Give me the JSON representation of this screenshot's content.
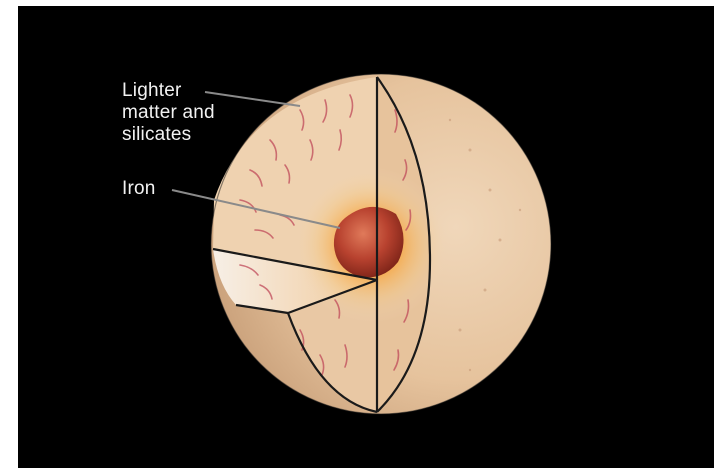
{
  "diagram": {
    "labels": {
      "silicates": "Lighter\nmatter and\nsilicates",
      "iron": "Iron"
    },
    "layers": [
      {
        "name": "outer-layer",
        "color": "#e8c7a3"
      },
      {
        "name": "inner-glow",
        "color": "#f5a23b"
      },
      {
        "name": "iron-core",
        "color": "#b23a2a"
      }
    ],
    "colors": {
      "background": "#000000",
      "label_text": "#f2f2f2",
      "leader_line": "#8a8a8a",
      "cut_edge": "#1a1a1a"
    }
  }
}
